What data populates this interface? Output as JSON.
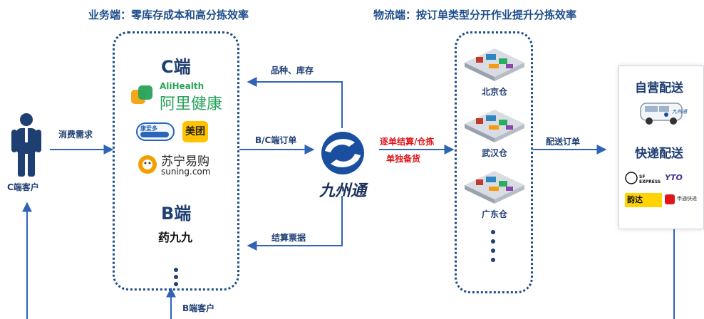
{
  "headings": {
    "business": "业务端：零库存成本和高分拣效率",
    "logistics": "物流端：按订单类型分开作业提升分拣效率"
  },
  "customers": {
    "c_customer": "C端客户",
    "b_customer": "B端客户"
  },
  "flows": {
    "consumer_demand": "消费需求",
    "variety_stock": "品种、库存",
    "bc_orders": "B/C端订单",
    "settlement_docs": "结算票据",
    "per_order_line1": "逐单结算/仓拣",
    "per_order_line2": "单独备货",
    "dispatch_orders": "配送订单"
  },
  "platforms": {
    "c_title": "C端",
    "b_title": "B端",
    "alihealth_en": "AliHealth",
    "alihealth_cn": "阿里健康",
    "kad": "康爱多",
    "meituan": "美团",
    "suning_cn": "苏宁易购",
    "suning_en": "suning.com",
    "yjj": "药九九"
  },
  "center": {
    "name": "九州通"
  },
  "warehouses": [
    {
      "name": "北京仓"
    },
    {
      "name": "武汉仓"
    },
    {
      "name": "广东仓"
    }
  ],
  "delivery": {
    "self": "自营配送",
    "van_brand": "九州通",
    "express": "快递配送",
    "couriers": {
      "sf": "SF EXPRESS",
      "yto": "YTO",
      "yunda": "韵达",
      "sto": "申通快递"
    }
  },
  "colors": {
    "navy": "#1f3f73",
    "arrow_blue": "#2f64b5",
    "red": "#e0161a",
    "alihealth_green": "#27a35b",
    "meituan_yellow": "#ffc300",
    "suning_orange": "#f2a000"
  }
}
